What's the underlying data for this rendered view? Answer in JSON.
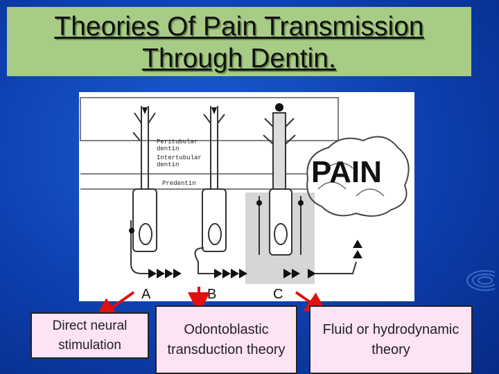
{
  "slide": {
    "title_line1": "Theories Of Pain Transmission",
    "title_line2": "Through Dentin."
  },
  "figure": {
    "labels": {
      "peritubular": "Peritubular",
      "dentin1": "dentin",
      "intertubular": "Intertubular",
      "dentin2": "dentin",
      "predentin": "Predentin",
      "pain": "PAIN",
      "a": "A",
      "b": "B",
      "c": "C"
    }
  },
  "theories": {
    "a": "Direct neural stimulation",
    "b": "Odontoblastic transduction theory",
    "c": "Fluid or hydrodynamic theory"
  },
  "colors": {
    "background": "#0d3fae",
    "title_box": "#a8cc86",
    "theory_box": "#fce3f6",
    "arrow": "#e01010"
  }
}
